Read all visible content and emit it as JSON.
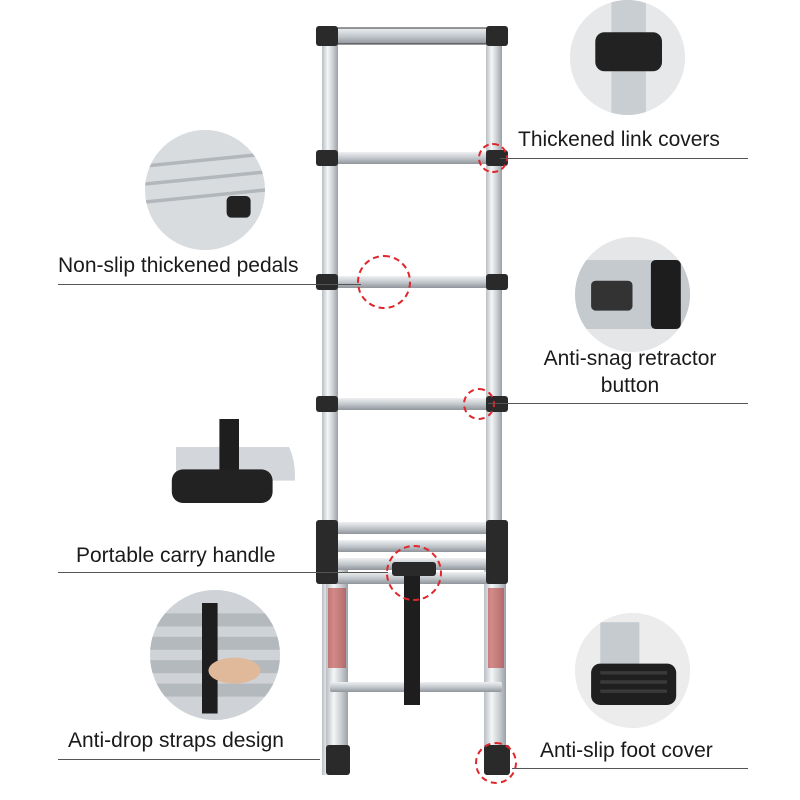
{
  "features": {
    "link_covers": "Thickened link covers",
    "pedals": "Non-slip thickened pedals",
    "retractor_line1": "Anti-snag retractor",
    "retractor_line2": "button",
    "carry_handle": "Portable carry handle",
    "straps": "Anti-drop straps design",
    "foot_cover": "Anti-slip foot cover"
  },
  "colors": {
    "callout": "#e0262b",
    "aluminum": "#d9dde1",
    "cap": "#2a2a2a"
  }
}
